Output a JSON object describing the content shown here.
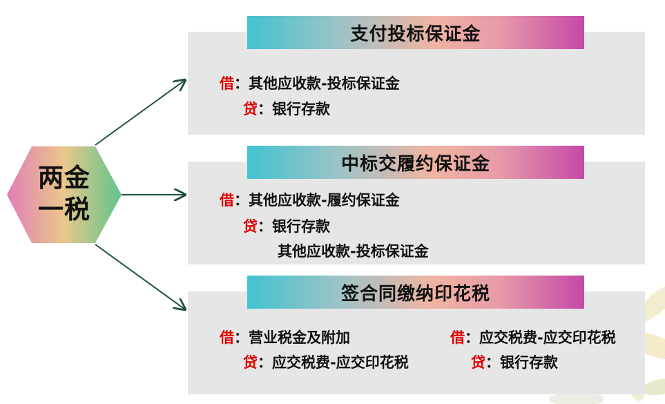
{
  "center": {
    "line1": "两金",
    "line2": "一税"
  },
  "sections": [
    {
      "title": "支付投标保证金",
      "entries": [
        {
          "dr_label": "借",
          "dr_text": "：其他应收款-投标保证金",
          "cr_label": "贷",
          "cr_text": "：银行存款"
        }
      ]
    },
    {
      "title": "中标交履约保证金",
      "entries": [
        {
          "dr_label": "借",
          "dr_text": "：其他应收款-履约保证金",
          "cr_label": "贷",
          "cr_text": "：银行存款",
          "cr_text2": "其他应收款-投标保证金"
        }
      ]
    },
    {
      "title": "签合同缴纳印花税",
      "entries": [
        {
          "dr_label": "借",
          "dr_text": "：营业税金及附加",
          "cr_label": "贷",
          "cr_text": "：应交税费-应交印花税"
        },
        {
          "dr_label": "借",
          "dr_text": "：应交税费-应交印花税",
          "cr_label": "贷",
          "cr_text": "：银行存款"
        }
      ]
    }
  ],
  "colors": {
    "debit_credit_label": "#e00000",
    "panel_bg": "#e6e6e6",
    "arrow": "#1f5040",
    "banner_gradient": [
      "#41c3d0",
      "#f0b4a2",
      "#c548a8"
    ]
  }
}
